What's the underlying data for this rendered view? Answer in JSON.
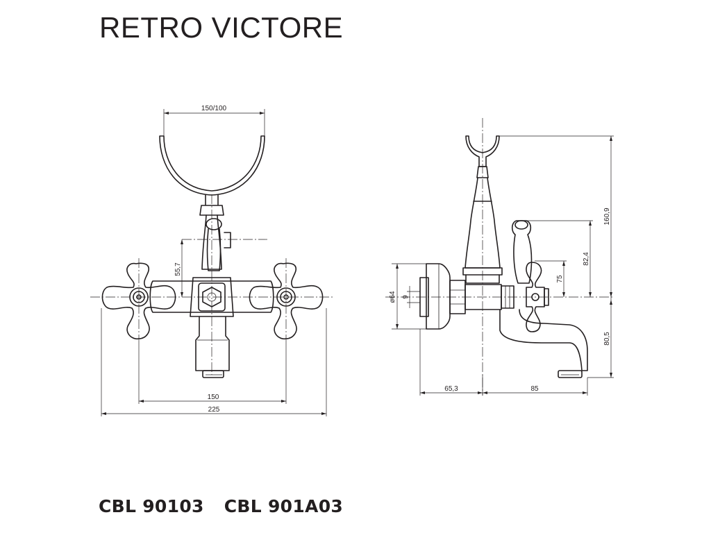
{
  "title": "RETRO VICTORE",
  "codes": [
    "CBL 90103",
    "CBL 901A03"
  ],
  "dimensions": {
    "holder_width": "150/100",
    "height_to_axis": "55,7",
    "centers": "150",
    "overall_width": "225",
    "flange_diameter": "ø64",
    "inlet": "9",
    "depth_wall": "65,3",
    "spout_reach": "85",
    "total_height": "160,9",
    "handle_top": "82,4",
    "handle_axis": "75",
    "spout_drop": "80,5"
  }
}
